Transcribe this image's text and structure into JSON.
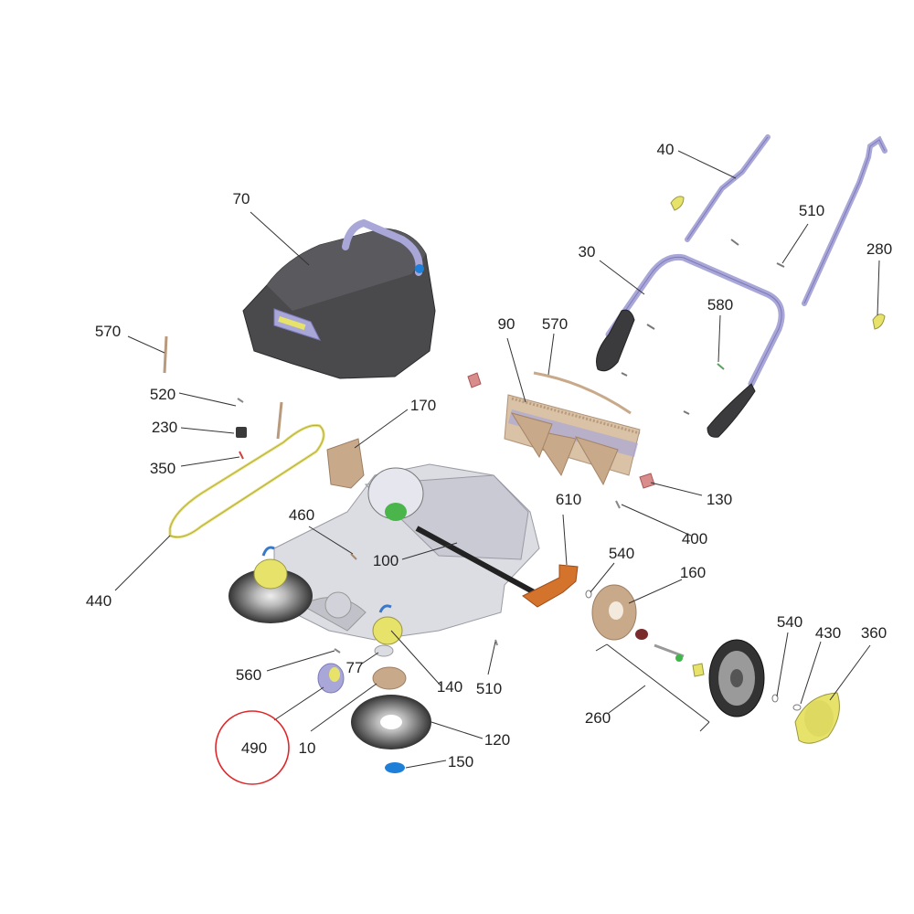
{
  "colors": {
    "background": "#ffffff",
    "label": "#222222",
    "leader_line": "#333333",
    "highlight_circle": "#e0282a",
    "housing_dark": "#4a4a4d",
    "frame_light": "#dcdde3",
    "handle_lavender": "#a9a6d8",
    "brush_bristle": "#666666",
    "roller_tan": "#c8a98a",
    "accent_yellow": "#e7e36a",
    "bracket_orange": "#d4732c",
    "cap_blue": "#1e7fd8"
  },
  "callouts": [
    {
      "key": "p40",
      "text": "40",
      "icon": "upper-handle-bar"
    },
    {
      "key": "p510a",
      "text": "510",
      "icon": "screw"
    },
    {
      "key": "p280",
      "text": "280",
      "icon": "handle-grip-cap"
    },
    {
      "key": "p70",
      "text": "70",
      "icon": "waste-container-housing"
    },
    {
      "key": "p30",
      "text": "30",
      "icon": "lower-handle-frame"
    },
    {
      "key": "p570a",
      "text": "570",
      "icon": "pin"
    },
    {
      "key": "p90",
      "text": "90",
      "icon": "main-roller-brush"
    },
    {
      "key": "p570b",
      "text": "570",
      "icon": "pin"
    },
    {
      "key": "p580",
      "text": "580",
      "icon": "screw"
    },
    {
      "key": "p520",
      "text": "520",
      "icon": "screw"
    },
    {
      "key": "p230",
      "text": "230",
      "icon": "nut"
    },
    {
      "key": "p170",
      "text": "170",
      "icon": "gear-cover"
    },
    {
      "key": "p350",
      "text": "350",
      "icon": "screw"
    },
    {
      "key": "p130",
      "text": "130",
      "icon": "bearing-cap"
    },
    {
      "key": "p610",
      "text": "610",
      "icon": "adjustment-bracket"
    },
    {
      "key": "p400",
      "text": "400",
      "icon": "screw"
    },
    {
      "key": "p460",
      "text": "460",
      "icon": "screw"
    },
    {
      "key": "p540a",
      "text": "540",
      "icon": "washer"
    },
    {
      "key": "p160",
      "text": "160",
      "icon": "wheel-gear"
    },
    {
      "key": "p100",
      "text": "100",
      "icon": "drive-shaft"
    },
    {
      "key": "p440",
      "text": "440",
      "icon": "drive-belt"
    },
    {
      "key": "p540b",
      "text": "540",
      "icon": "washer"
    },
    {
      "key": "p430",
      "text": "430",
      "icon": "clip"
    },
    {
      "key": "p360",
      "text": "360",
      "icon": "hub-cap"
    },
    {
      "key": "p560",
      "text": "560",
      "icon": "screw"
    },
    {
      "key": "p77",
      "text": "77",
      "icon": "bushing"
    },
    {
      "key": "p140",
      "text": "140",
      "icon": "side-brush-drive"
    },
    {
      "key": "p510b",
      "text": "510",
      "icon": "screw"
    },
    {
      "key": "p260",
      "text": "260",
      "icon": "wheel-axle-kit"
    },
    {
      "key": "p490",
      "text": "490",
      "icon": "small-wheel",
      "highlighted": true
    },
    {
      "key": "p10",
      "text": "10",
      "icon": "brush-hub"
    },
    {
      "key": "p120",
      "text": "120",
      "icon": "side-brush"
    },
    {
      "key": "p150",
      "text": "150",
      "icon": "blue-cap"
    }
  ]
}
